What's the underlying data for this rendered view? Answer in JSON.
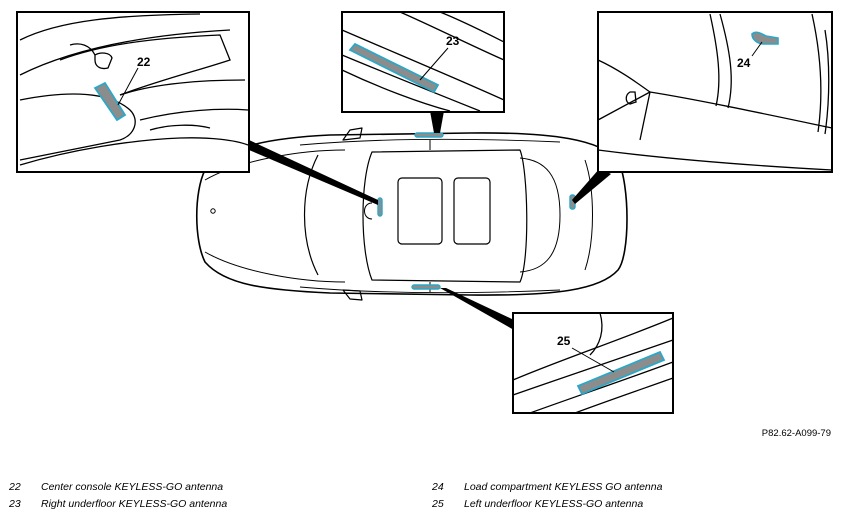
{
  "figure": {
    "code": "P82.62-A099-79",
    "colors": {
      "line": "#000000",
      "antenna_outline": "#2aa8c8",
      "antenna_fill": "#8c8c8c",
      "background": "#ffffff"
    }
  },
  "callouts": {
    "c22": "22",
    "c23": "23",
    "c24": "24",
    "c25": "25"
  },
  "legend": [
    {
      "num": "22",
      "text": "Center console KEYLESS-GO antenna"
    },
    {
      "num": "23",
      "text": "Right underfloor KEYLESS-GO antenna"
    },
    {
      "num": "24",
      "text": "Load compartment KEYLESS GO antenna"
    },
    {
      "num": "25",
      "text": "Left underfloor KEYLESS-GO antenna"
    }
  ]
}
